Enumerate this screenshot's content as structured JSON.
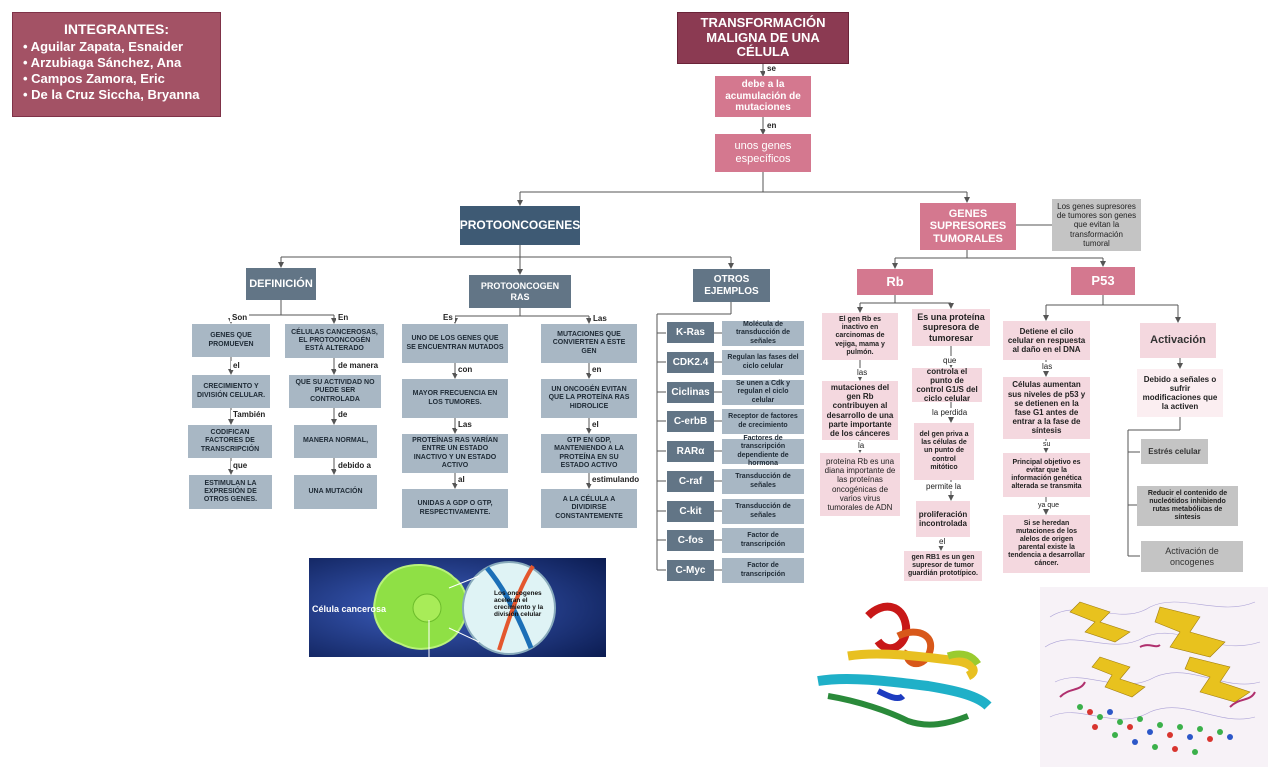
{
  "integrantes": {
    "title": "INTEGRANTES:",
    "members": [
      "• Aguilar Zapata, Esnaider",
      "• Arzubiaga Sánchez, Ana",
      "• Campos Zamora, Eric",
      "• De la Cruz Siccha, Bryanna"
    ]
  },
  "root": {
    "title": "TRANSFORMACIÓN MALIGNA DE UNA CÉLULA",
    "label_se": "se",
    "debe": "debe a la acumulación de mutaciones",
    "label_en": "en",
    "genes": "unos genes específicos"
  },
  "proto": {
    "title": "PROTOONCOGENES",
    "definicion": "DEFINICIÓN",
    "protoras": "PROTOONCOGEN RAS",
    "otros": "OTROS EJEMPLOS",
    "def": {
      "label_son": "Son",
      "label_en": "En",
      "genes_que": "GENES QUE PROMUEVEN",
      "label_el": "el",
      "crecimiento": "CRECIMIENTO Y DIVISIÓN CELULAR.",
      "label_tambien": "También",
      "codifican": "CODIFICAN FACTORES DE TRANSCRIPCIÓN",
      "label_que": "que",
      "estimulan": "ESTIMULAN LA EXPRESIÓN DE OTROS GENES.",
      "celulas": "CÉLULAS CANCEROSAS, EL PROTOONCOGÉN ESTÁ ALTERADO",
      "label_manera": "de manera",
      "que_actividad": "QUE SU ACTIVIDAD NO PUEDE SER CONTROLADA",
      "label_de": "de",
      "manera_normal": "MANERA NORMAL,",
      "label_debido": "debido a",
      "una_mutacion": "UNA MUTACIÓN"
    },
    "ras": {
      "label_es": "Es",
      "label_las": "Las",
      "uno": "UNO DE LOS GENES QUE SE ENCUENTRAN MUTADOS",
      "label_con": "con",
      "mayor": "MAYOR FRECUENCIA EN LOS TUMORES.",
      "label_las2": "Las",
      "proteinas": "PROTEÍNAS RAS VARÍAN ENTRE UN ESTADO INACTIVO Y UN ESTADO ACTIVO",
      "label_al": "al",
      "unidas": "UNIDAS A GDP O GTP, RESPECTIVAMENTE.",
      "mutaciones": "MUTACIONES QUE CONVIERTEN A ESTE GEN",
      "label_en": "en",
      "oncogen": "UN ONCOGÉN EVITAN QUE LA PROTEÍNA RAS HIDROLICE",
      "label_el": "el",
      "gtp": "GTP EN GDP, MANTENIENDO A LA PROTEÍNA EN SU ESTADO ACTIVO",
      "label_estimulando": "estimulando",
      "celula_dividirse": "A LA CÉLULA A DIVIDIRSE CONSTANTEMENTE"
    },
    "otros_items": [
      {
        "gene": "K-Ras",
        "desc": "Molécula de transducción de señales"
      },
      {
        "gene": "CDK2.4",
        "desc": "Regulan las fases del ciclo celular"
      },
      {
        "gene": "Ciclinas",
        "desc": "Se unen a Cdk y regulan el ciclo celular"
      },
      {
        "gene": "C-erbB",
        "desc": "Receptor de factores de crecimiento"
      },
      {
        "gene": "RARα",
        "desc": "Factores de transcripción dependiente de hormona"
      },
      {
        "gene": "C-raf",
        "desc": "Transducción de señales"
      },
      {
        "gene": "C-kit",
        "desc": "Transducción de señales"
      },
      {
        "gene": "C-fos",
        "desc": "Factor de transcripción"
      },
      {
        "gene": "C-Myc",
        "desc": "Factor de transcripción"
      }
    ],
    "image": {
      "cell_label": "Célula cancerosa",
      "oncogene_text": "Los oncogenes aceleran el crecimiento y la división celular"
    }
  },
  "supresores": {
    "title": "GENES SUPRESORES TUMORALES",
    "note": "Los genes supresores de tumores son genes que evitan la transformación tumoral",
    "rb": {
      "title": "Rb",
      "inactivo": "El gen Rb es inactivo en carcinomas de vejiga, mama y pulmón.",
      "label_las": "las",
      "mutaciones": "mutaciones del gen Rb contribuyen al desarrollo de una parte importante de los cánceres",
      "label_la": "la",
      "proteina_rb": "proteína Rb es una diana importante de las proteínas oncogénicas de varios virus tumorales de ADN",
      "supresora": "Es una proteína supresora de tumoresar",
      "label_que": "que",
      "controla": "controla el punto de control G1/S del ciclo celular",
      "label_perdida": "la perdida",
      "del_gen": "del gen priva a las células de un punto de control mitótico",
      "label_permite": "permite la",
      "proliferacion": "proliferación incontrolada",
      "label_el": "el",
      "rb1": "gen RB1 es un gen supresor de tumor guardián prototípico."
    },
    "p53": {
      "title": "P53",
      "detiene": "Detiene el cilo celular en respuesta al daño en el DNA",
      "label_las": "las",
      "celulas": "Células aumentan sus niveles de p53 y se detienen en la fase G1 antes de entrar a la fase de síntesis",
      "label_su": "su",
      "principal": "Principal objetivo es evitar que la información genética alterada se transmita",
      "label_yaque": "ya que",
      "si_heredan": "Si se heredan mutaciones de los alelos de origen parental existe la tendencia a desarrollar cáncer.",
      "activacion": "Activación",
      "debido": "Debido a señales o sufrir modificaciones que la activen",
      "estres": "Estrés celular",
      "reducir": "Reducir el contenido de nucleótidos inhibiendo rutas metabólicas de síntesis",
      "activacion_onc": "Activación de oncogenes"
    }
  },
  "colors": {
    "burgundy": "#8b3a52",
    "pink": "#d4788f",
    "light_pink": "#f4d8df",
    "steel": "#627586",
    "light_steel": "#a8b7c4",
    "gray": "#c4c4c4"
  }
}
